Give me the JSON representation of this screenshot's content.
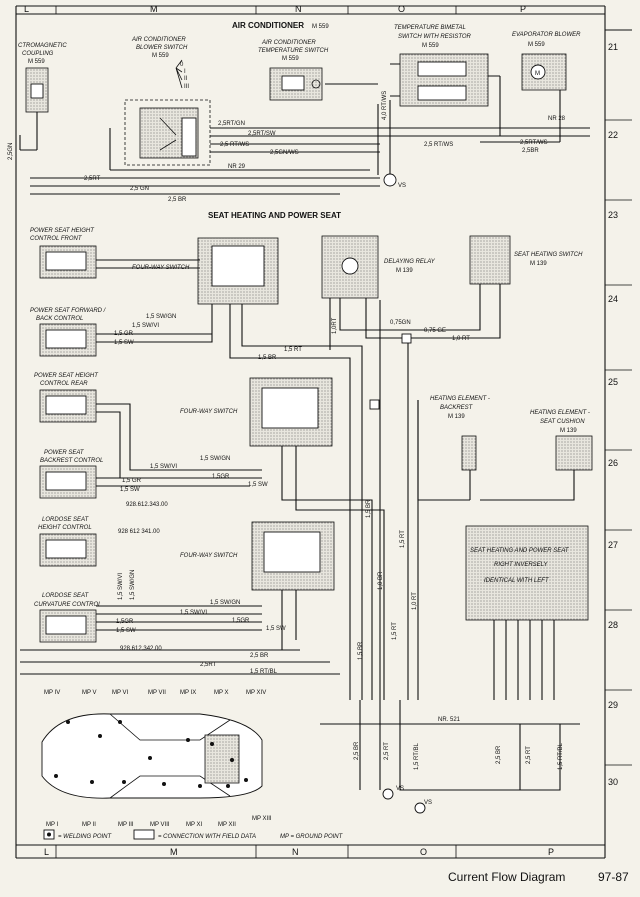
{
  "columns": [
    "L",
    "M",
    "N",
    "O",
    "P"
  ],
  "rows": [
    "21",
    "22",
    "23",
    "24",
    "25",
    "26",
    "27",
    "28",
    "29",
    "30"
  ],
  "sections": {
    "air_conditioner": {
      "title": "AIR CONDITIONER",
      "model": "M 559"
    },
    "seat_heating": {
      "title": "SEAT HEATING AND POWER SEAT"
    }
  },
  "components": {
    "em_coupling": {
      "label": "CTROMAGNETIC",
      "label2": "COUPLING",
      "model": "M 559"
    },
    "blower_switch": {
      "label": "AIR CONDITIONER",
      "label2": "BLOWER SWITCH",
      "model": "M 559",
      "pos0": "0",
      "pos1": "I",
      "pos2": "II",
      "pos3": "III"
    },
    "temp_switch": {
      "label": "AIR CONDITIONER",
      "label2": "TEMPERATURE SWITCH",
      "model": "M 559"
    },
    "bimetal_switch": {
      "label": "TEMPERATURE BIMETAL",
      "label2": "SWITCH WITH RESISTOR",
      "model": "M 559"
    },
    "evap_blower": {
      "label": "EVAPORATOR BLOWER",
      "model": "M 559"
    },
    "ps_height_front": {
      "label": "POWER SEAT HEIGHT",
      "label2": "CONTROL FRONT"
    },
    "ps_forward_back": {
      "label": "POWER SEAT FORWARD /",
      "label2": "BACK CONTROL"
    },
    "ps_height_rear": {
      "label": "POWER SEAT HEIGHT",
      "label2": "CONTROL REAR"
    },
    "ps_backrest": {
      "label": "POWER SEAT",
      "label2": "BACKREST CONTROL"
    },
    "lordose_height": {
      "label": "LORDOSE SEAT",
      "label2": "HEIGHT CONTROL"
    },
    "lordose_curvature": {
      "label": "LORDOSE SEAT",
      "label2": "CURVATURE CONTROL"
    },
    "four_way_1": {
      "label": "FOUR-WAY SWITCH"
    },
    "four_way_2": {
      "label": "FOUR-WAY SWITCH"
    },
    "four_way_3": {
      "label": "FOUR-WAY SWITCH"
    },
    "delay_relay": {
      "label": "DELAYING RELAY",
      "model": "M 139"
    },
    "seat_heat_switch": {
      "label": "SEAT HEATING SWITCH",
      "model": "M 139"
    },
    "heat_backrest": {
      "label": "HEATING ELEMENT -",
      "label2": "BACKREST",
      "model": "M 139"
    },
    "heat_cushion": {
      "label": "HEATING ELEMENT -",
      "label2": "SEAT CUSHION",
      "model": "M 139"
    },
    "right_box": {
      "line1": "SEAT HEATING AND POWER SEAT",
      "line2": "RIGHT INVERSELY",
      "line3": "IDENTICAL WITH LEFT"
    }
  },
  "part_numbers": {
    "p1": "928.612.343.00",
    "p2": "928 612 341.00",
    "p3": "928.612.342.00"
  },
  "wires": {
    "w_2_5gn": "2,5GN",
    "w_2_5rt": "2,5RT",
    "w_2_5gn2": "2,5 GN",
    "w_2_5br": "2,5 BR",
    "w_rtgn": "2,5RT/GN",
    "w_rtsw": "2,5RT/SW",
    "w_rtws": "2,5 RT/WS",
    "w_gnws": "2,5GN/WS",
    "w_nr29": "NR 29",
    "w_nr28": "NR 28",
    "w_4rtws": "4,0 RT/WS",
    "w_rtws2": "2,5 RT/WS",
    "w_rtws3": "2,5RT/WS",
    "w_br3": "2,5BR",
    "w_vs": "VS",
    "w_swgn": "1,5 SW/GN",
    "w_swvi": "1,5 SW/VI",
    "w_gr": "1,5 GR",
    "w_sw": "1,5 SW",
    "w_rt15": "1,5 RT",
    "w_br15": "1,5 BR",
    "w_10rt": "1,0RT",
    "w_075gn": "0,75GN",
    "w_075ge": "0,75 GE",
    "w_10rt2": "1,0 RT",
    "w_nr521": "NR. 521",
    "w_25br": "2,5 BR",
    "w_25rt": "2,5 RT",
    "w_rtbl": "1,5 RT/BL",
    "w_10br": "1,0 BR"
  },
  "mp_points": [
    "MP IV",
    "MP V",
    "MP VI",
    "MP VII",
    "MP IX",
    "MP X",
    "MP XIV",
    "MP I",
    "MP II",
    "MP III",
    "MP VIII",
    "MP XI",
    "MP XII",
    "MP XIII"
  ],
  "legend": {
    "welding": "= WELDING POINT",
    "connection": "= CONNECTION WITH FIELD DATA",
    "mp": "MP = GROUND POINT"
  },
  "footer": {
    "title": "Current Flow Diagram",
    "page": "97-87"
  }
}
